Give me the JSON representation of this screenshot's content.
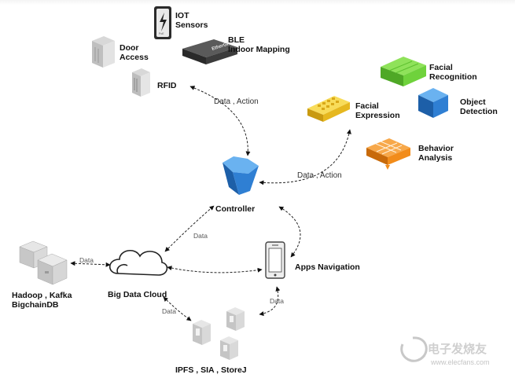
{
  "nodes": {
    "iot": "IOT\nSensors",
    "ble": "BLE\nIndoor Mapping",
    "door": "Door\nAccess",
    "rfid": "RFID",
    "facial_recognition": "Facial\nRecognition",
    "facial_expression": "Facial\nExpression",
    "object_detection": "Object\nDetection",
    "behavior": "Behavior\nAnalysis",
    "controller": "Controller",
    "apps": "Apps Navigation",
    "cloud": "Big Data Cloud",
    "hadoop": "Hadoop , Kafka\nBigchainDB",
    "ipfs": "IPFS , SIA , StoreJ"
  },
  "edges": {
    "sensors_controller": "Data , Action",
    "vision_controller": "Data , Action",
    "cloud_controller": "Data",
    "cloud_hadoop": "Data",
    "apps_ipfs": "Data",
    "cloud_ipfs": "Data"
  },
  "device_text": {
    "ble_brand": "EtherGRID",
    "iot_badge": "PoE"
  },
  "watermark": {
    "text": "电子发烧友",
    "url": "www.elecfans.com"
  },
  "colors": {
    "green": "#6fd23c",
    "yellow": "#f2c72a",
    "blue": "#2f7fd3",
    "orange": "#f28c1a",
    "controller": "#2f7fd3"
  }
}
